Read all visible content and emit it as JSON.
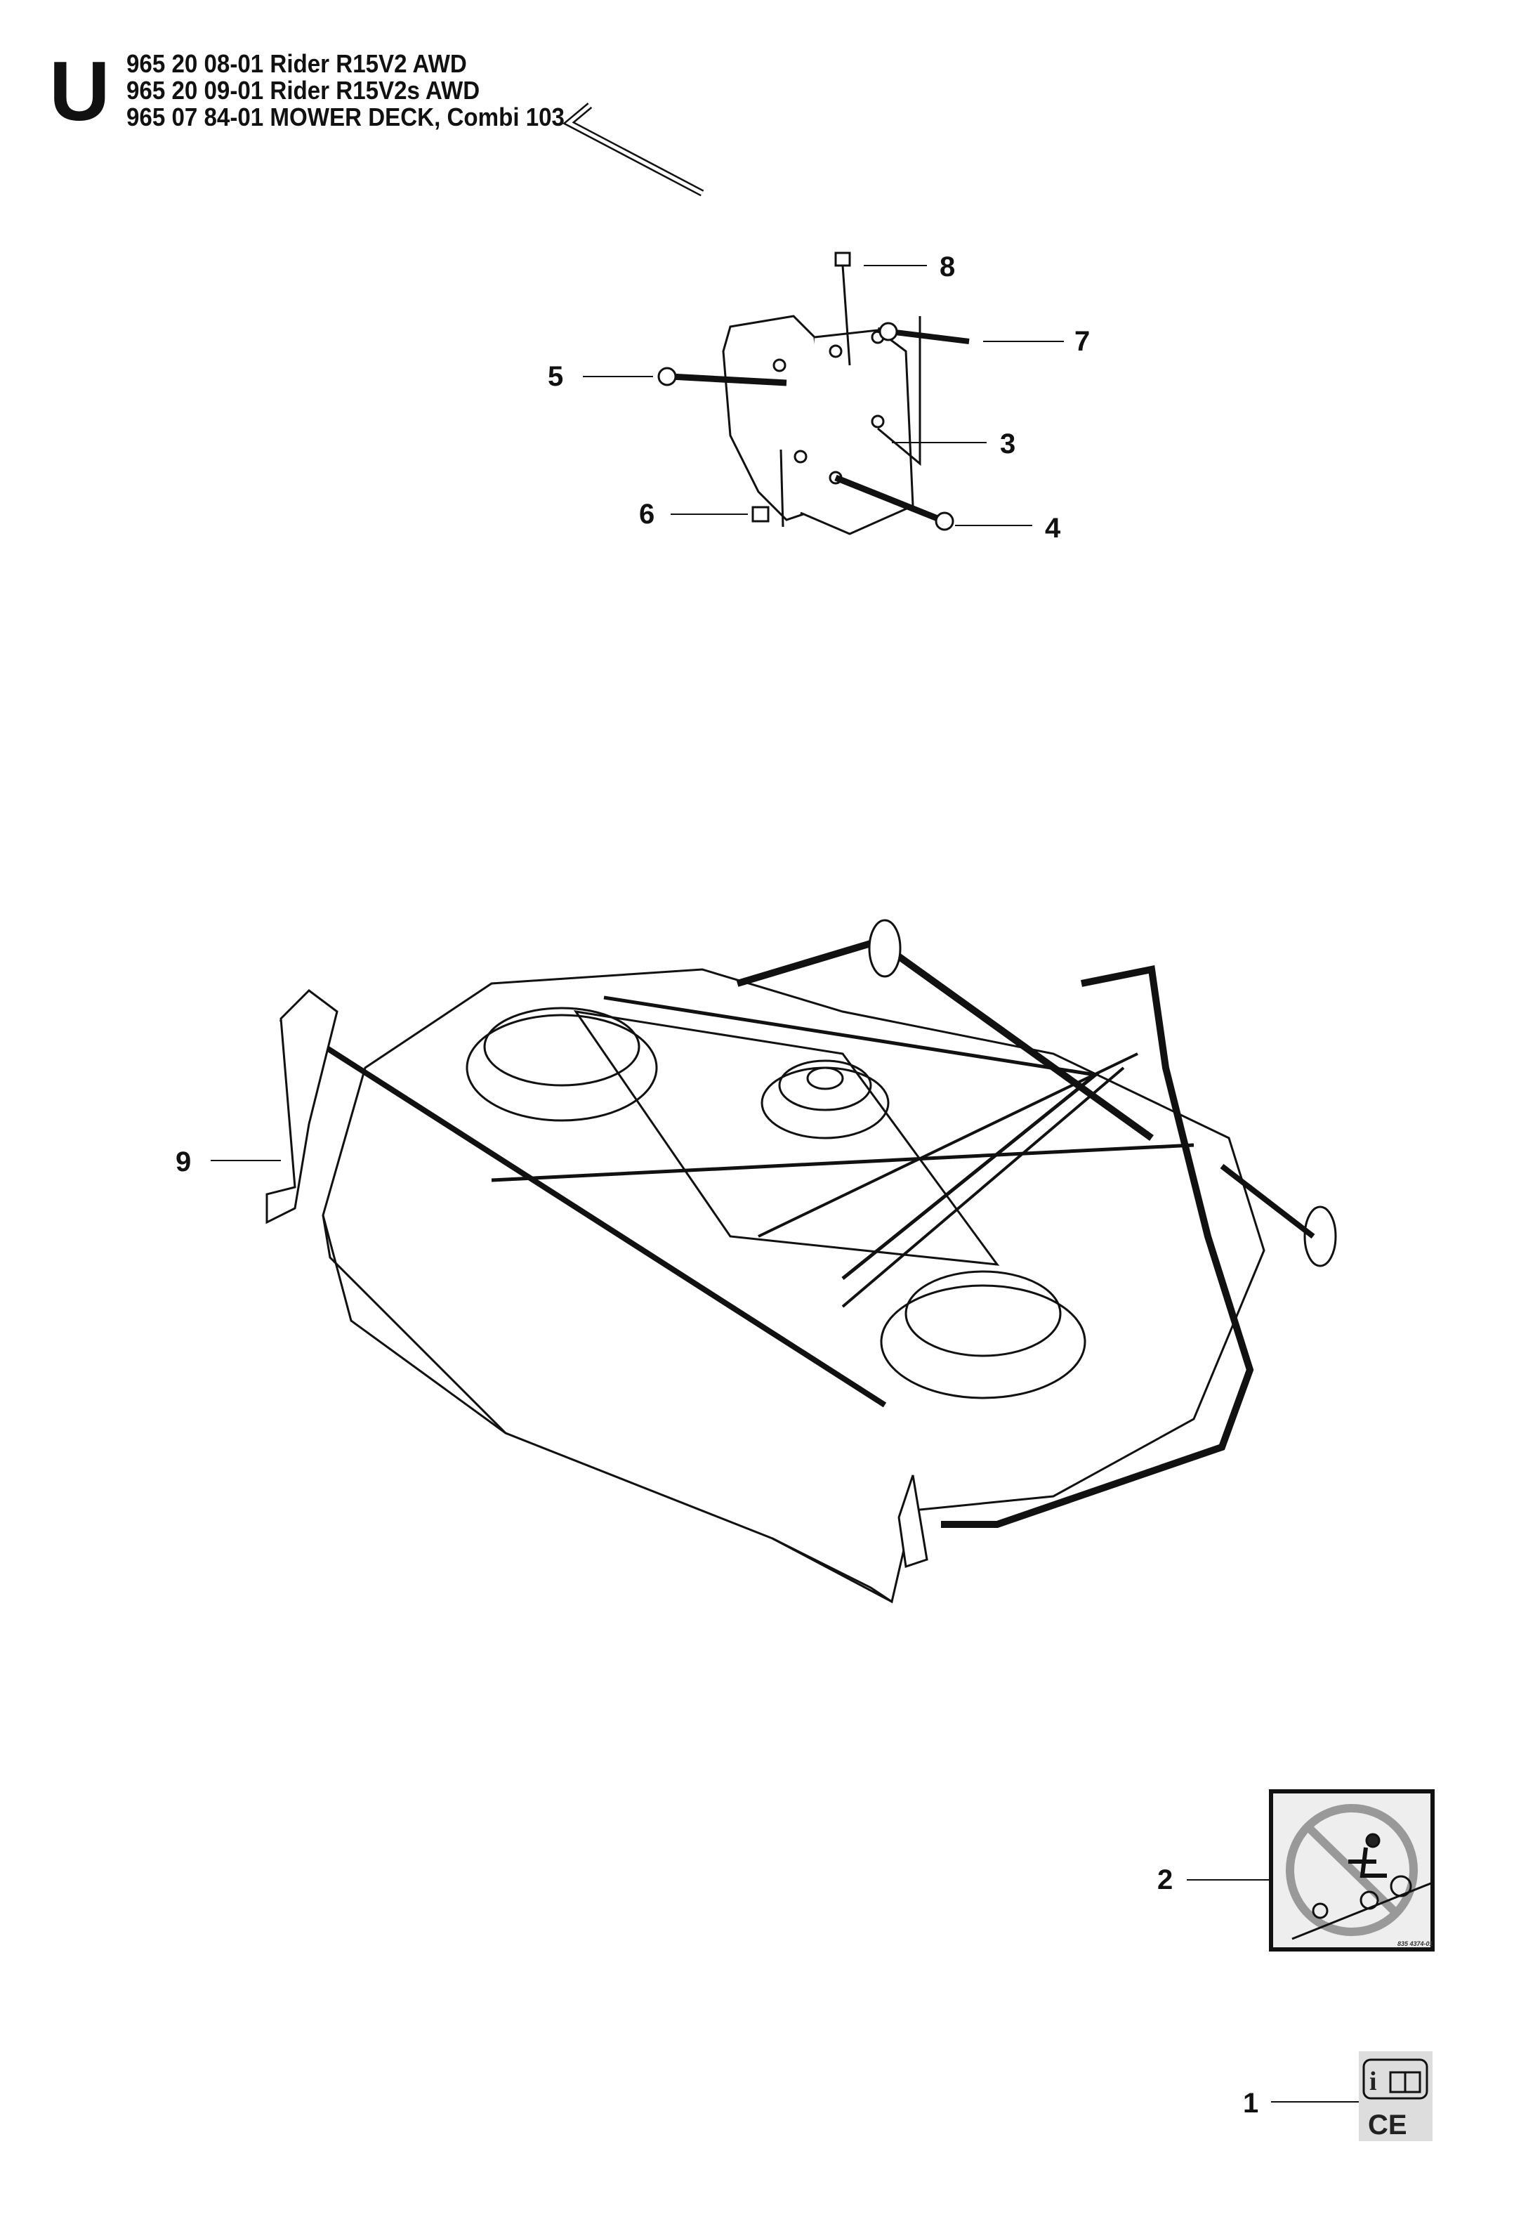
{
  "header": {
    "section_letter": "U",
    "lines": [
      "965 20 08-01 Rider R15V2 AWD",
      "965 20 09-01 Rider R15V2s AWD",
      "965 07 84-01 MOWER DECK, Combi 103"
    ]
  },
  "callouts": [
    "1",
    "2",
    "3",
    "4",
    "5",
    "6",
    "7",
    "8",
    "9"
  ],
  "decal": {
    "code": "835 4374-01",
    "ce_mark": "CE",
    "info_symbol": "i"
  }
}
